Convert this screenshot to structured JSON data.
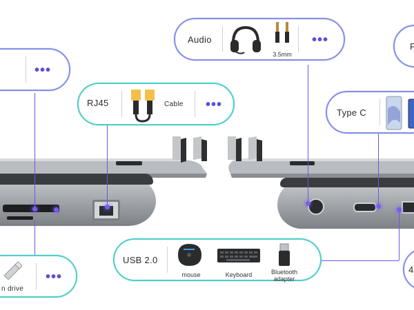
{
  "callouts": {
    "top_left_partial": {
      "dots": "•••"
    },
    "rj45": {
      "label": "RJ45",
      "cable_label": "Cable",
      "dots": "•••"
    },
    "audio": {
      "label": "Audio",
      "jack_label": "3.5mm",
      "dots": "•••"
    },
    "top_right_partial": {
      "label": "F"
    },
    "type_c": {
      "label": "Type C"
    },
    "usb": {
      "label": "USB 2.0",
      "items": [
        "mouse",
        "Keyboard",
        "Bluetooth adapter"
      ]
    },
    "bottom_left_partial": {
      "label": "n drive",
      "dots": "•••"
    },
    "bottom_right_partial": {
      "label": "4"
    }
  },
  "colors": {
    "accent_purple": "#8f6fe0",
    "accent_teal": "#46d3c7",
    "connector": "#6e55e6",
    "metal": "#9ea2a6"
  },
  "icons": [
    "headphones-icon",
    "audio-jack-icon",
    "ethernet-cable-icon",
    "phone-icon",
    "tablet-icon",
    "mouse-icon",
    "keyboard-icon",
    "usb-dongle-icon",
    "usb-flash-drive-icon",
    "sd-card-slot-icon",
    "rj45-port-icon",
    "audio-port-icon",
    "usb-c-port-icon",
    "usb-a-port-icon"
  ]
}
